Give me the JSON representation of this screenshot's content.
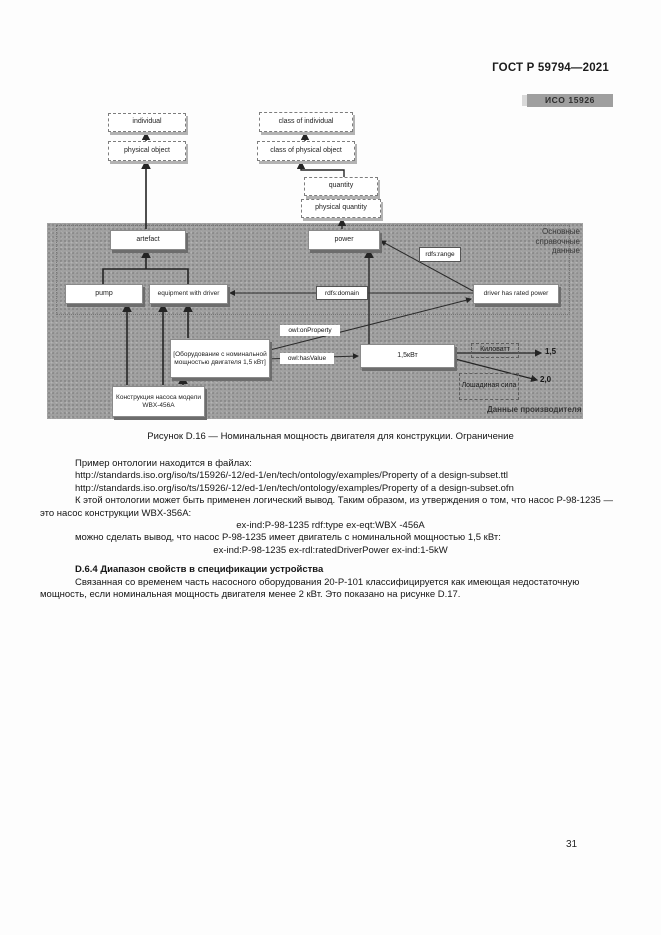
{
  "page": {
    "header": "ГОСТ Р 59794—2021",
    "badge": "ИСО 15926",
    "page_number": "31"
  },
  "diagram": {
    "individual": "individual",
    "class_of_individual": "class of individual",
    "physical_object": "physical object",
    "class_of_physical_object": "class of physical object",
    "quantity": "quantity",
    "physical_quantity": "physical quantity",
    "artefact": "artefact",
    "power": "power",
    "pump": "pump",
    "equipment_with_driver": "equipment with driver",
    "driver_has_rated_power": "driver has rated power",
    "restriction": "[Оборудование с номинальной мощностью двигателя 1,5 кВт]",
    "pump_design": "Конструкция насоса модели WBX-456А",
    "value_box": "1,5кВт",
    "rdfs_range": "rdfs:range",
    "rdfs_domain": "rdfs:domain",
    "owl_on_property": "owl:onProperty",
    "owl_has_value": "owl:hasValue",
    "kilowatt": "Киловатт",
    "horsepower": "Лошадиная сила",
    "value_kw": "1,5",
    "value_hp": "2,0",
    "region_reference_data": "Основные справочные данные",
    "region_manufacturer_data": "Данные производителя"
  },
  "text": {
    "caption": "Рисунок D.16 — Номинальная мощность двигателя для конструкции. Ограничение",
    "p1": "Пример онтологии находится в файлах:",
    "url1": "http://standards.iso.org/iso/ts/15926/-12/ed-1/en/tech/ontology/examples/Property of a design-subset.ttl",
    "url2": "http://standards.iso.org/iso/ts/15926/-12/ed-1/en/tech/ontology/examples/Property of a design-subset.ofn",
    "p2": "К этой онтологии может быть применен логический вывод. Таким образом, из утверждения о том, что насос Р-98-1235 — это насос конструкции WBX-356А:",
    "formula1": "ex-ind:P-98-1235 rdf:type ex-eqt:WBX -456A",
    "p3": "можно сделать вывод, что насос Р-98-1235 имеет двигатель с номинальной мощностью 1,5 кВт:",
    "formula2": "ex-ind:P-98-1235 ex-rdl:ratedDriverPower ex-ind:1-5kW",
    "heading": "D.6.4 Диапазон свойств в спецификации устройства",
    "p4": "Связанная со временем часть насосного оборудования 20-Р-101 классифицируется как имеющая недостаточную мощность, если номинальная мощность двигателя менее 2 кВт. Это показано на рисунке D.17."
  }
}
